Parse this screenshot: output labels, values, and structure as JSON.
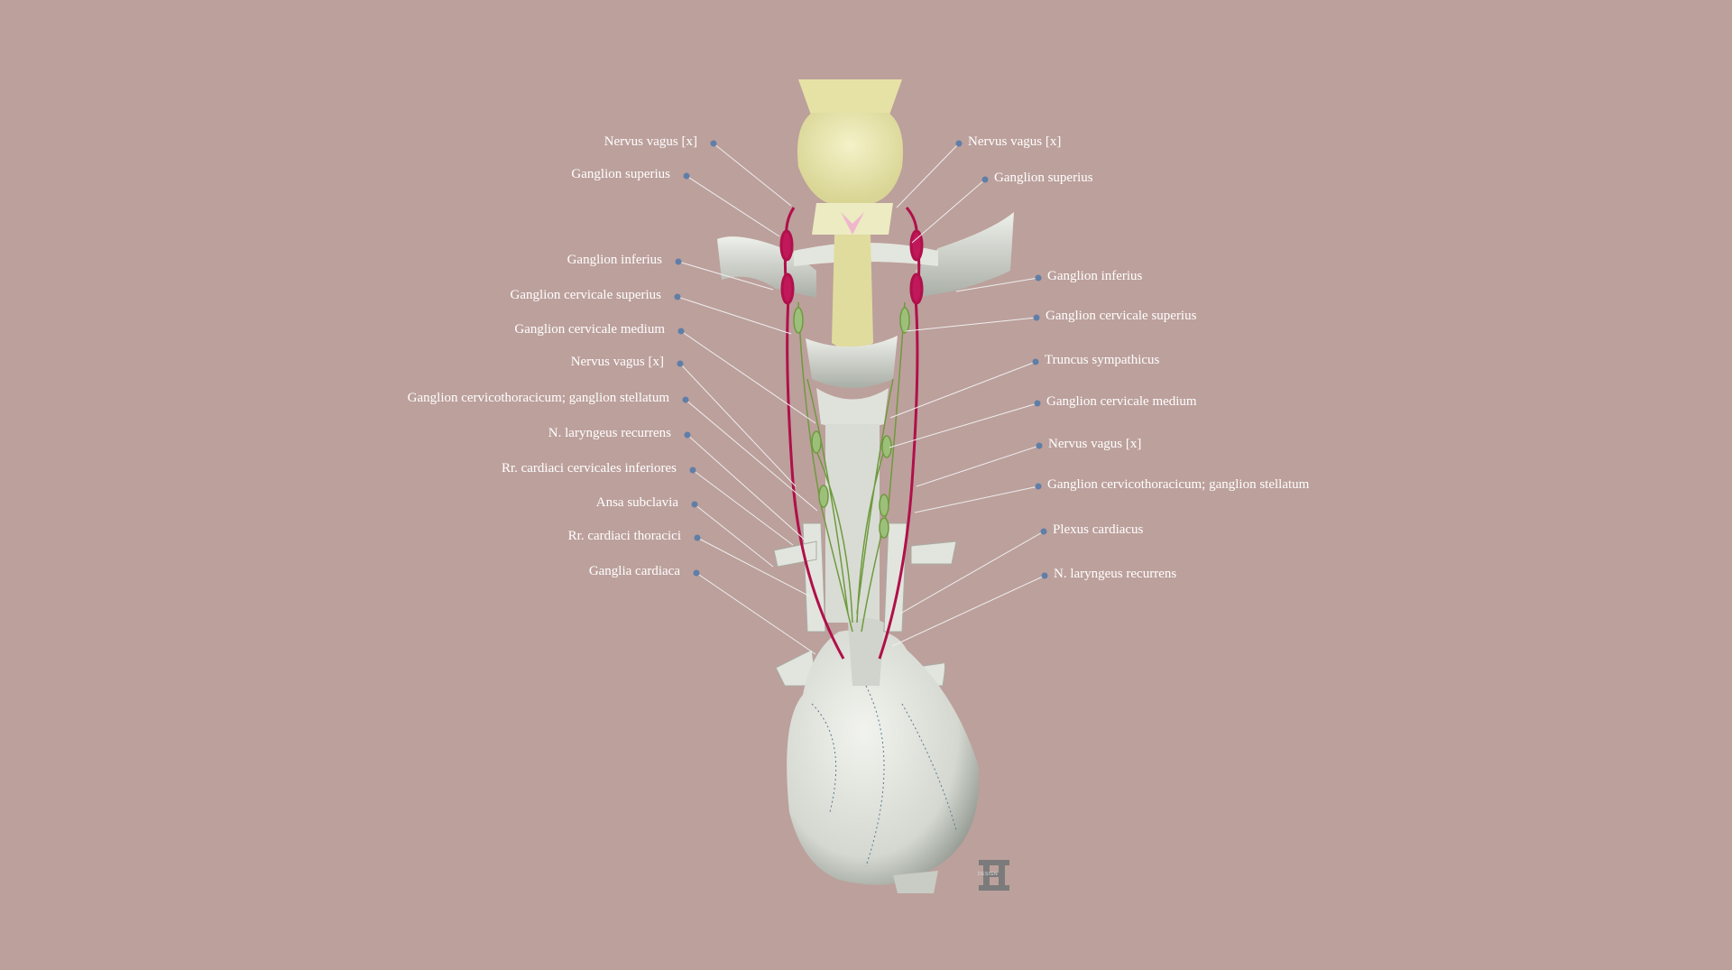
{
  "colors": {
    "background": "#bca09c",
    "dot": "#5f7ea8",
    "leader": "#eeeeee",
    "vagus": "#b0104a",
    "sympathetic": "#7fa24a"
  },
  "labels_left": [
    "Nervus vagus [x]",
    "Ganglion superius",
    "Ganglion inferius",
    "Ganglion cervicale superius",
    "Ganglion cervicale medium",
    "Nervus vagus [x]",
    "Ganglion cervicothoracicum; ganglion stellatum",
    "N. laryngeus recurrens",
    "Rr. cardiaci cervicales inferiores",
    "Ansa subclavia",
    "Rr. cardiaci thoracici",
    "Ganglia cardiaca"
  ],
  "labels_right": [
    "Nervus vagus [x]",
    "Ganglion superius",
    "Ganglion inferius",
    "Ganglion cervicale superius",
    "Truncus sympathicus",
    "Ganglion cervicale medium",
    "Nervus vagus [x]",
    "Ganglion cervicothoracicum; ganglion stellatum",
    "Plexus cardiacus",
    "N. laryngeus recurrens"
  ],
  "logo": {
    "letter": "H",
    "text": "DESIGN"
  }
}
